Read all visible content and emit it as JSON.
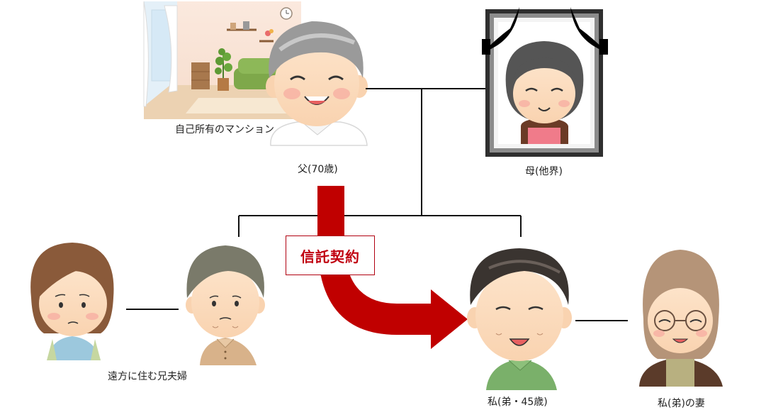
{
  "labels": {
    "apartment": "自己所有のマンション",
    "father": "父(70歳)",
    "mother": "母(他界)",
    "siblings": "遠方に住む兄夫婦",
    "me": "私(弟・45歳)",
    "wife": "私(弟)の妻",
    "trust": "信託契約"
  },
  "colors": {
    "arrow": "#c00000",
    "line": "#111111",
    "frame": "#3a3a3a"
  }
}
